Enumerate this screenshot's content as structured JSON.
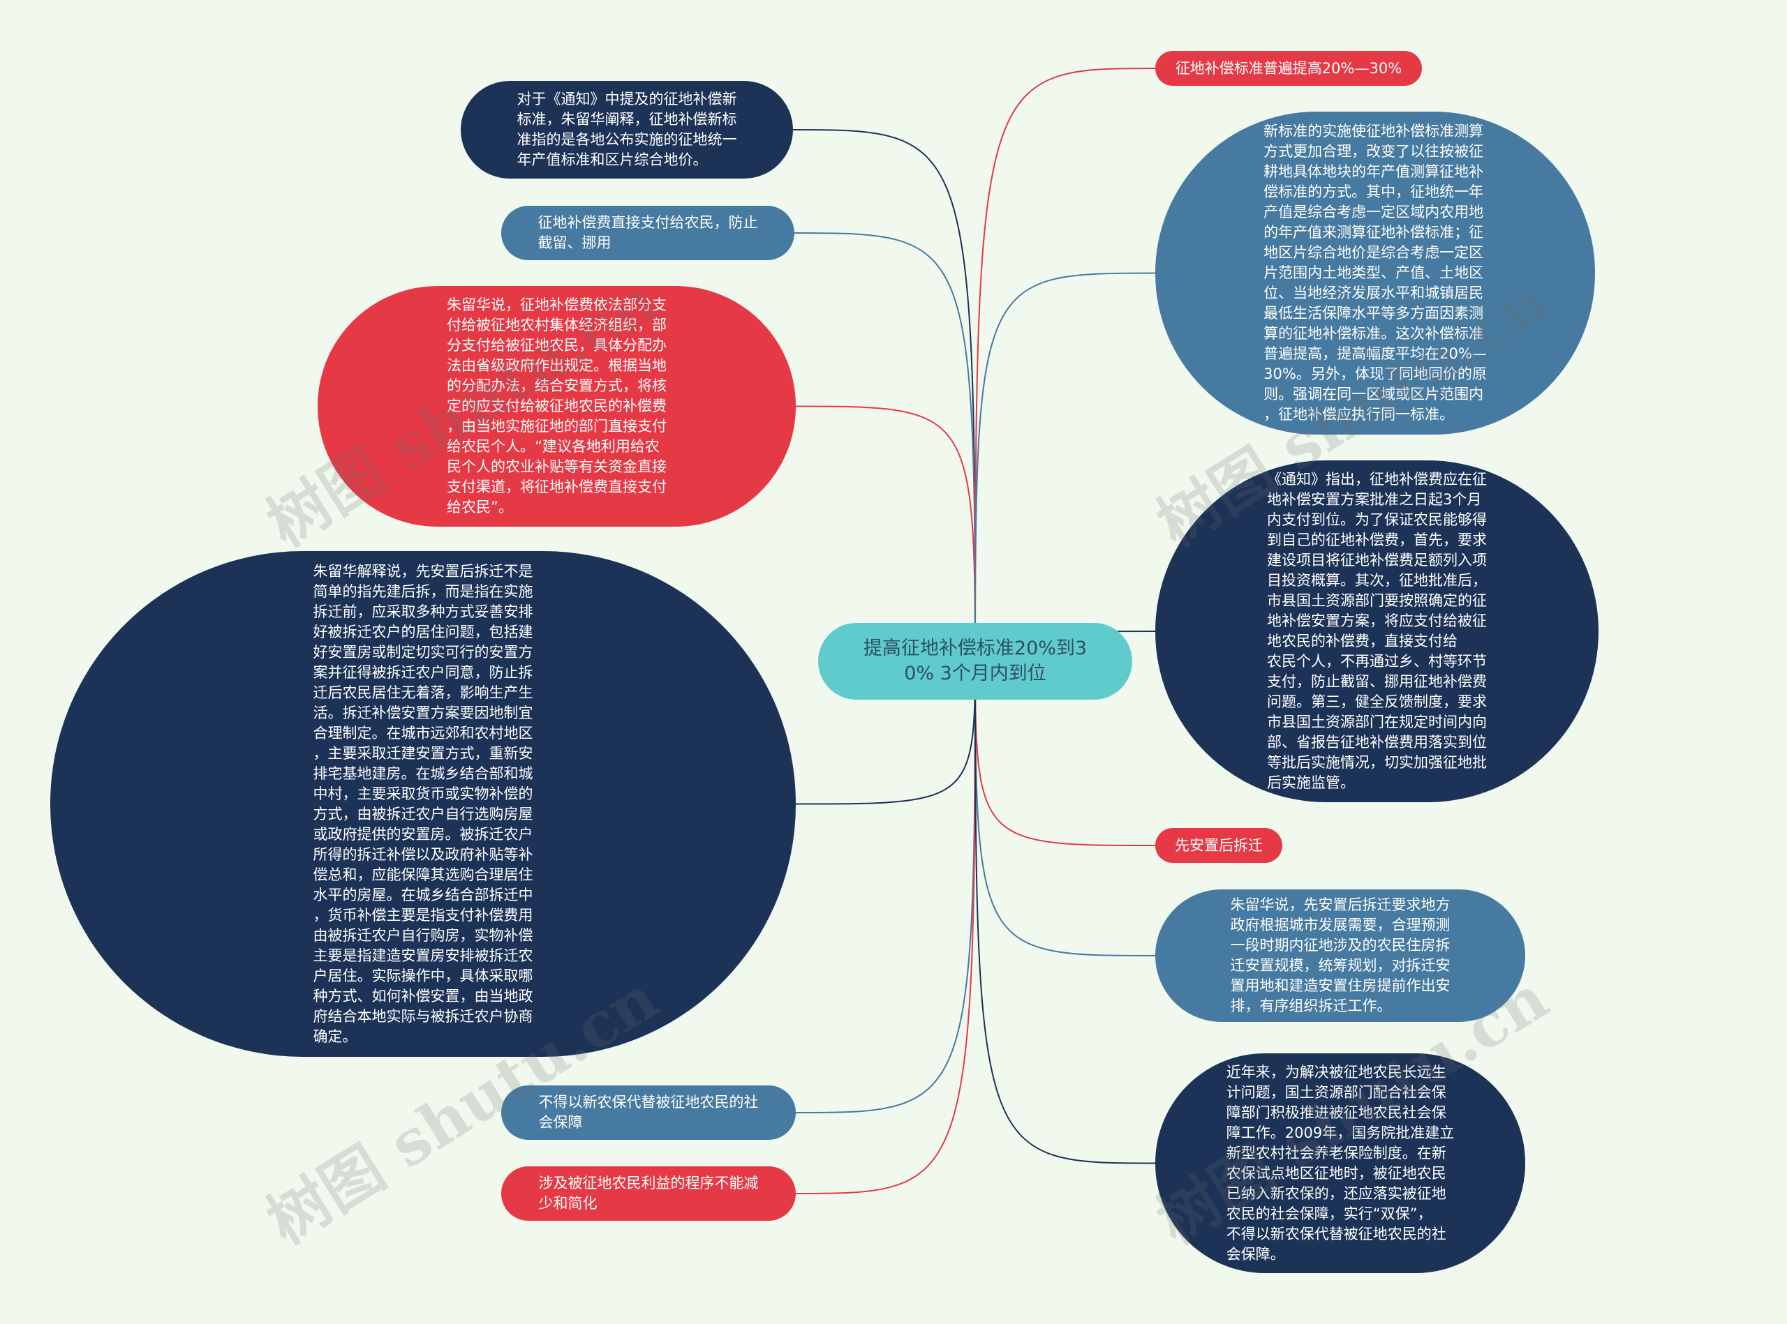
{
  "center": {
    "text": "提高征地补偿标准20%到3\n0% 3个月内到位"
  },
  "left_nodes": [
    {
      "id": "l1",
      "color": "#1c3257",
      "text": "对于《通知》中提及的征地补偿新\n标准，朱留华阐释，征地补偿新标\n准指的是各地公布实施的征地统一\n年产值标准和区片综合地价。"
    },
    {
      "id": "l2",
      "color": "#467aa0",
      "text": "征地补偿费直接支付给农民，防止\n截留、挪用"
    },
    {
      "id": "l3",
      "color": "#e53945",
      "text": "朱留华说，征地补偿费依法部分支\n付给被征地农村集体经济组织，部\n分支付给被征地农民，具体分配办\n法由省级政府作出规定。根据当地\n的分配办法，结合安置方式，将核\n定的应支付给被征地农民的补偿费\n，由当地实施征地的部门直接支付\n给农民个人。“建议各地利用给农\n民个人的农业补贴等有关资金直接\n支付渠道，将征地补偿费直接支付\n给农民”。"
    },
    {
      "id": "l4",
      "color": "#1c3257",
      "text": "朱留华解释说，先安置后拆迁不是\n简单的指先建后拆，而是指在实施\n拆迁前，应采取多种方式妥善安排\n好被拆迁农户的居住问题，包括建\n好安置房或制定切实可行的安置方\n案并征得被拆迁农户同意，防止拆\n迁后农民居住无着落，影响生产生\n活。拆迁补偿安置方案要因地制宜\n合理制定。在城市远郊和农村地区\n，主要采取迁建安置方式，重新安\n排宅基地建房。在城乡结合部和城\n中村，主要采取货币或实物补偿的\n方式，由被拆迁农户自行选购房屋\n或政府提供的安置房。被拆迁农户\n所得的拆迁补偿以及政府补贴等补\n偿总和，应能保障其选购合理居住\n水平的房屋。在城乡结合部拆迁中\n，货币补偿主要是指支付补偿费用\n由被拆迁农户自行购房，实物补偿\n主要是指建造安置房安排被拆迁农\n户居住。实际操作中，具体采取哪\n种方式、如何补偿安置，由当地政\n府结合本地实际与被拆迁农户协商\n确定。"
    },
    {
      "id": "l5",
      "color": "#467aa0",
      "text": "不得以新农保代替被征地农民的社\n会保障"
    },
    {
      "id": "l6",
      "color": "#e53945",
      "text": "涉及被征地农民利益的程序不能减\n少和简化"
    }
  ],
  "right_nodes": [
    {
      "id": "r1",
      "color": "#e53945",
      "text": "征地补偿标准普遍提高20%—30%"
    },
    {
      "id": "r2",
      "color": "#467aa0",
      "text": "新标准的实施使征地补偿标准测算\n方式更加合理，改变了以往按被征\n耕地具体地块的年产值测算征地补\n偿标准的方式。其中，征地统一年\n产值是综合考虑一定区域内农用地\n的年产值来测算征地补偿标准；征\n地区片综合地价是综合考虑一定区\n片范围内土地类型、产值、土地区\n位、当地经济发展水平和城镇居民\n最低生活保障水平等多方面因素测\n算的征地补偿标准。这次补偿标准\n普遍提高，提高幅度平均在20%—\n30%。另外，体现了同地同价的原\n则。强调在同一区域或区片范围内\n，征地补偿应执行同一标准。"
    },
    {
      "id": "r3",
      "color": "#1c3257",
      "text": "《通知》指出，征地补偿费应在征\n地补偿安置方案批准之日起3个月\n内支付到位。为了保证农民能够得\n到自己的征地补偿费，首先，要求\n建设项目将征地补偿费足额列入项\n目投资概算。其次，征地批准后，\n市县国土资源部门要按照确定的征\n地补偿安置方案，将应支付给被征\n地农民的补偿费，直接支付给\n农民个人，不再通过乡、村等环节\n支付，防止截留、挪用征地补偿费\n问题。第三，健全反馈制度，要求\n市县国土资源部门在规定时间内向\n部、省报告征地补偿费用落实到位\n等批后实施情况，切实加强征地批\n后实施监管。"
    },
    {
      "id": "r4",
      "color": "#e53945",
      "text": "先安置后拆迁"
    },
    {
      "id": "r5",
      "color": "#467aa0",
      "text": "朱留华说，先安置后拆迁要求地方\n政府根据城市发展需要，合理预测\n一段时期内征地涉及的农民住房拆\n迁安置规模，统筹规划，对拆迁安\n置用地和建造安置住房提前作出安\n排，有序组织拆迁工作。"
    },
    {
      "id": "r6",
      "color": "#1c3257",
      "text": "近年来，为解决被征地农民长远生\n计问题，国土资源部门配合社会保\n障部门积极推进被征地农民社会保\n障工作。2009年，国务院批准建立\n新型农村社会养老保险制度。在新\n农保试点地区征地时，被征地农民\n已纳入新农保的，还应落实被征地\n农民的社会保障，实行“双保”，\n不得以新农保代替被征地农民的社\n会保障。"
    }
  ],
  "watermarks": [
    "树图 shutu.cn",
    "树图 shutu.cn",
    "树图 shutu.cn",
    "树图 shutu.cn"
  ]
}
